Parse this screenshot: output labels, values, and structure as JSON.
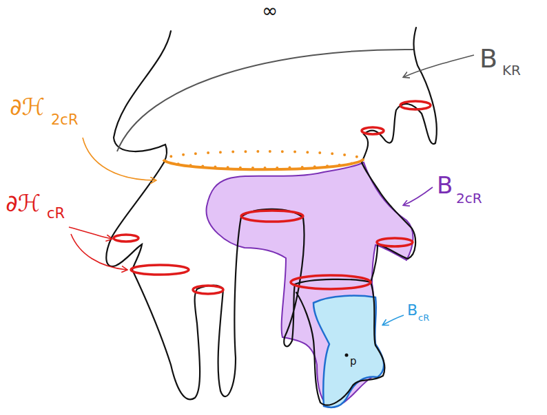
{
  "diagram": {
    "labels": [
      "∞",
      "B",
      "KR",
      "∂ℋ",
      "2cR",
      "∂ℋ",
      "cR",
      "B",
      "2cR",
      "B",
      "cR",
      "p"
    ]
  }
}
